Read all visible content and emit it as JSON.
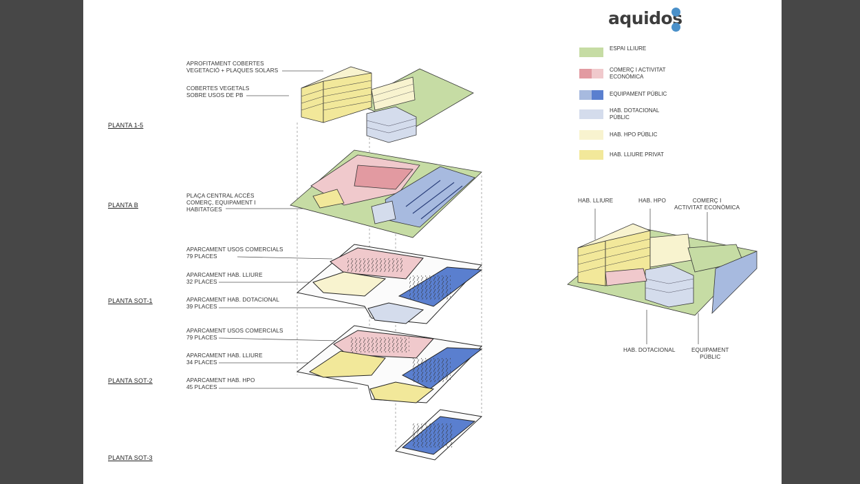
{
  "logo": {
    "text": "aquidos"
  },
  "colors": {
    "espai_lliure": "#c6dca4",
    "comerc_light": "#f0c9cc",
    "comerc_dark": "#e29aa1",
    "equipament_light": "#a7badf",
    "equipament_dark": "#5a7fcf",
    "hab_dotacional": "#d4dcec",
    "hab_hpo": "#f8f3cf",
    "hab_lliure": "#f2e89a"
  },
  "legend": [
    {
      "label": "ESPAI LLIURE"
    },
    {
      "label": "COMERÇ I ACTIVITAT\nECONÒMICA"
    },
    {
      "label": "EQUIPAMENT PÚBLIC"
    },
    {
      "label": "HAB. DOTACIONAL\nPÚBLIC"
    },
    {
      "label": "HAB. HPO PÚBLIC"
    },
    {
      "label": "HAB. LLIURE PRIVAT"
    }
  ],
  "levels": [
    {
      "label": "PLANTA 1-5"
    },
    {
      "label": "PLANTA B"
    },
    {
      "label": "PLANTA SOT-1"
    },
    {
      "label": "PLANTA SOT-2"
    },
    {
      "label": "PLANTA SOT-3"
    }
  ],
  "notes": [
    {
      "text": "APROFITAMENT COBERTES\nVEGETACIÓ + PLAQUES SOLARS"
    },
    {
      "text": "COBERTES VEGETALS\nSOBRE USOS DE PB"
    },
    {
      "text": "PLAÇA CENTRAL ACCÉS\nCOMERÇ, EQUIPAMENT I\nHABITATGES"
    },
    {
      "text": "APARCAMENT USOS COMERCIALS\n79 PLACES"
    },
    {
      "text": "APARCAMENT HAB. LLIURE\n32 PLACES"
    },
    {
      "text": "APARCAMENT HAB. DOTACIONAL\n39 PLACES"
    },
    {
      "text": "APARCAMENT USOS COMERCIALS\n79 PLACES"
    },
    {
      "text": "APARCAMENT HAB. LLIURE\n34 PLACES"
    },
    {
      "text": "APARCAMENT HAB. HPO\n45 PLACES"
    }
  ],
  "overview_labels": [
    {
      "text": "HAB. LLIURE"
    },
    {
      "text": "HAB. HPO"
    },
    {
      "text": "COMERÇ I\nACTIVITAT ECONÒMICA"
    },
    {
      "text": "HAB. DOTACIONAL"
    },
    {
      "text": "EQUIPAMENT\nPÚBLIC"
    }
  ]
}
